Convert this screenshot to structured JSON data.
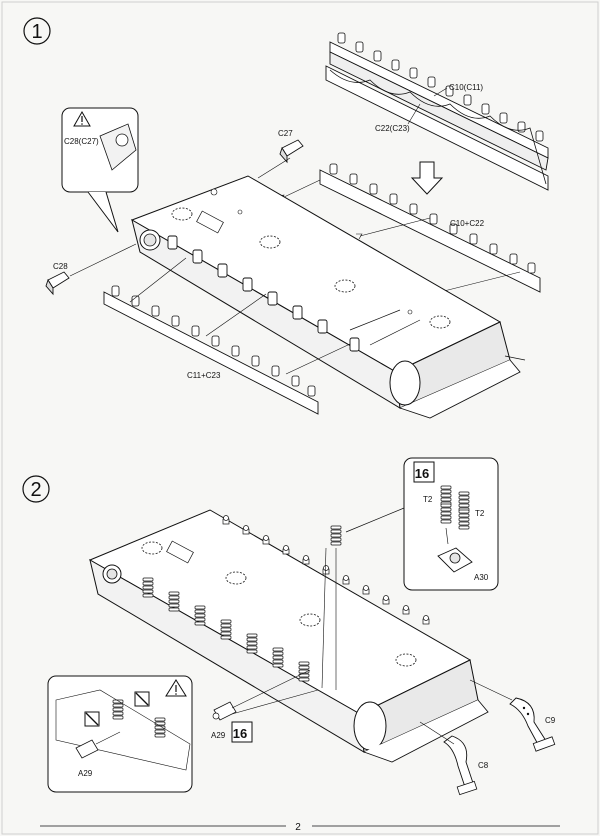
{
  "steps": [
    {
      "number": "1",
      "labels": {
        "c10_c11": "C10(C11)",
        "c22_c23": "C22(C23)",
        "c27": "C27",
        "c28_c27": "C28(C27)",
        "c28": "C28",
        "c10_c22": "C10+C22",
        "c11_c23": "C11+C23"
      }
    },
    {
      "number": "2",
      "labels": {
        "t2_left": "T2",
        "t2_right": "T2",
        "a30": "A30",
        "a29_main": "A29",
        "a29_inset": "A29",
        "c9": "C9",
        "c8": "C8",
        "qty_badge_inset": "16",
        "qty_badge_main": "16"
      }
    }
  ],
  "page_number": "2",
  "icons": {
    "warning": "warning-triangle-icon",
    "down_arrow": "assembly-arrow-icon",
    "prohibited": "do-not-glue-icon"
  },
  "colors": {
    "line": "#1a1a1a",
    "paper": "#f7f7f5",
    "fill_light": "#ffffff",
    "fill_shade": "#e6e6e6"
  }
}
